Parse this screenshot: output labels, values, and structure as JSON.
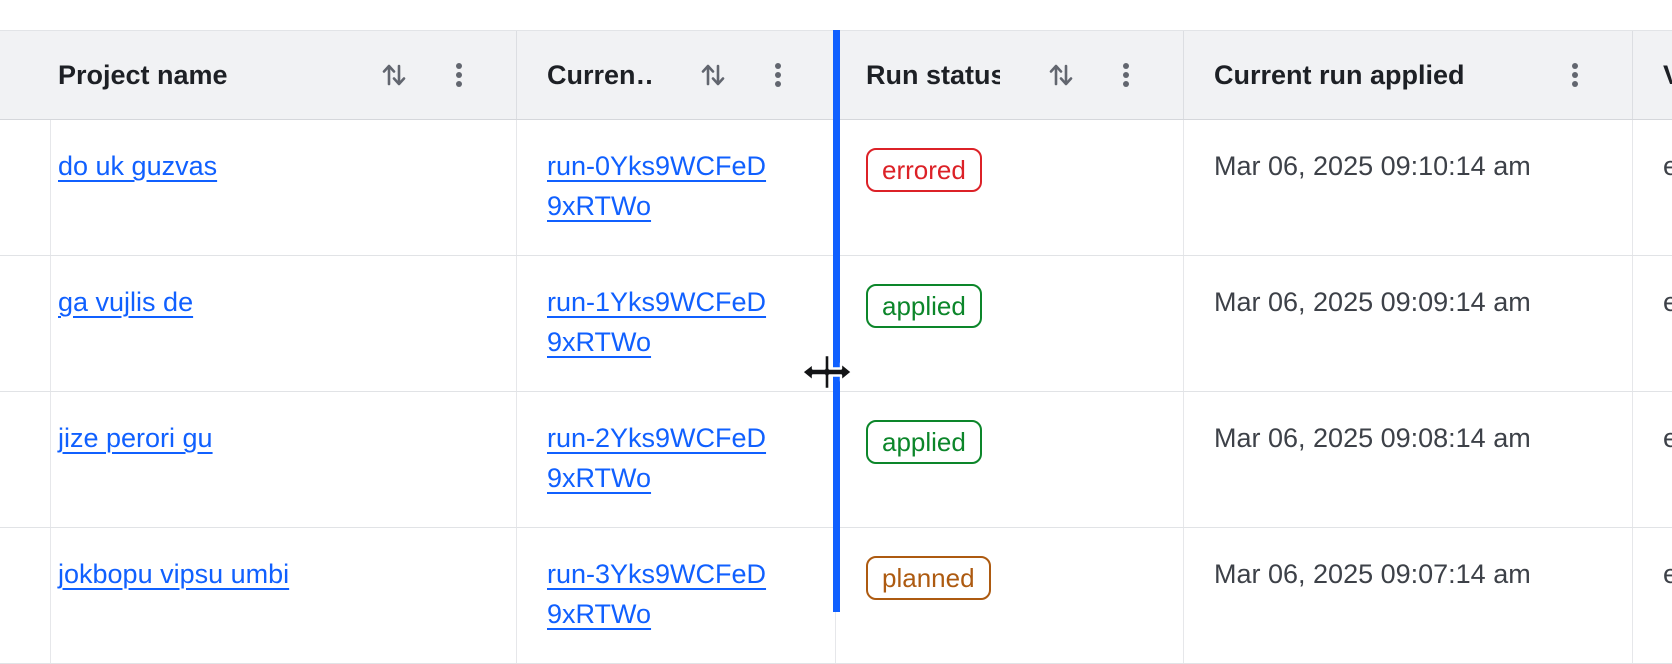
{
  "table": {
    "header": {
      "columns": [
        {
          "label": "Project name",
          "sort_icon": "sort-arrows-icon",
          "menu_icon": "kebab-menu-icon"
        },
        {
          "label": "Curren…",
          "sort_icon": "sort-arrows-icon",
          "menu_icon": "kebab-menu-icon"
        },
        {
          "label": "Run status",
          "sort_icon": "sort-arrows-icon",
          "menu_icon": "kebab-menu-icon"
        },
        {
          "label": "Current run applied",
          "menu_icon": "kebab-menu-icon"
        },
        {
          "label": "V"
        }
      ]
    },
    "rows": [
      {
        "project": "do uk guzvas",
        "run_id": "run-0Yks9WCFeD9xRTWo",
        "status": "errored",
        "applied_at": "Mar 06, 2025 09:10:14 am",
        "extra": "e"
      },
      {
        "project": "ga vujlis de",
        "run_id": "run-1Yks9WCFeD9xRTWo",
        "status": "applied",
        "applied_at": "Mar 06, 2025 09:09:14 am",
        "extra": "e"
      },
      {
        "project": "jize perori gu",
        "run_id": "run-2Yks9WCFeD9xRTWo",
        "status": "applied",
        "applied_at": "Mar 06, 2025 09:08:14 am",
        "extra": "e"
      },
      {
        "project": "jokbopu vipsu umbi",
        "run_id": "run-3Yks9WCFeD9xRTWo",
        "status": "planned",
        "applied_at": "Mar 06, 2025 09:07:14 am",
        "extra": "e"
      }
    ],
    "status_colors": {
      "errored": "#dc2127",
      "applied": "#0c862a",
      "planned": "#ad5a10"
    },
    "link_color": "#1060ff"
  },
  "resize_indicator": {
    "color": "#1060ff",
    "cursor": "col-resize"
  }
}
